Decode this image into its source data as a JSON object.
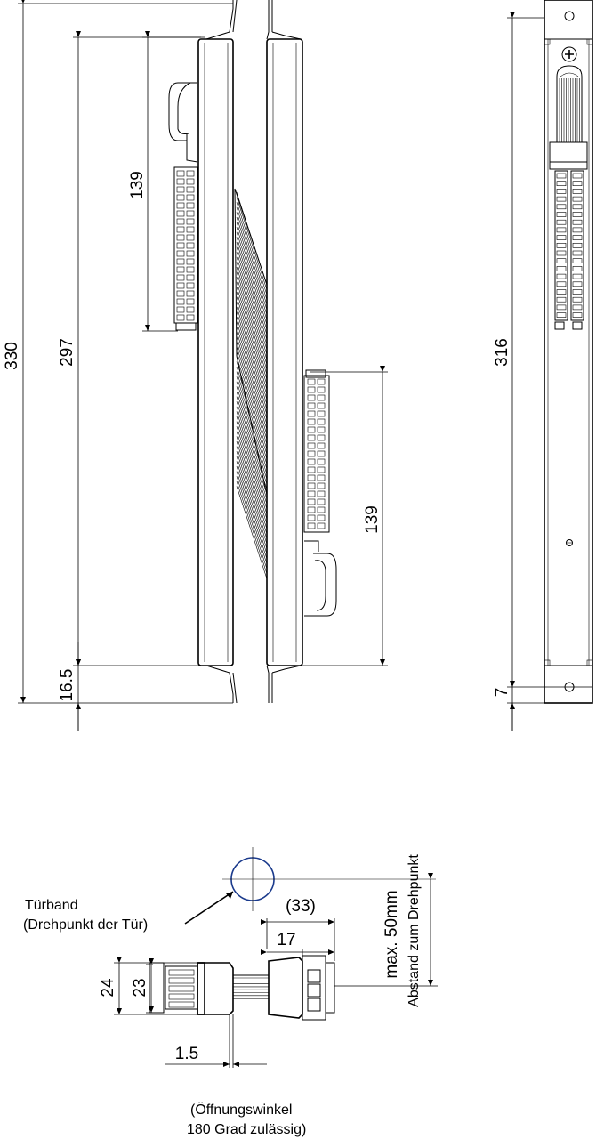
{
  "dimensions": {
    "overall_length": "330",
    "inner_length": "297",
    "end_offset": "16.5",
    "upper_block": "139",
    "lower_block": "139",
    "right_length": "316",
    "right_offset": "7",
    "offset_33": "(33)",
    "width_17": "17",
    "height_24": "24",
    "height_23": "23",
    "gap_1_5": "1.5",
    "max_distance": "max. 50mm",
    "distance_label": "Abstand zum Drehpunkt"
  },
  "annotations": {
    "hinge_line1": "Türband",
    "hinge_line2": "(Drehpunkt der Tür)",
    "angle_line1": "(Öffnungswinkel",
    "angle_line2": "180 Grad zulässig)"
  },
  "colors": {
    "line": "#000000",
    "hinge_circle": "#1a3a8c",
    "background": "#ffffff"
  }
}
